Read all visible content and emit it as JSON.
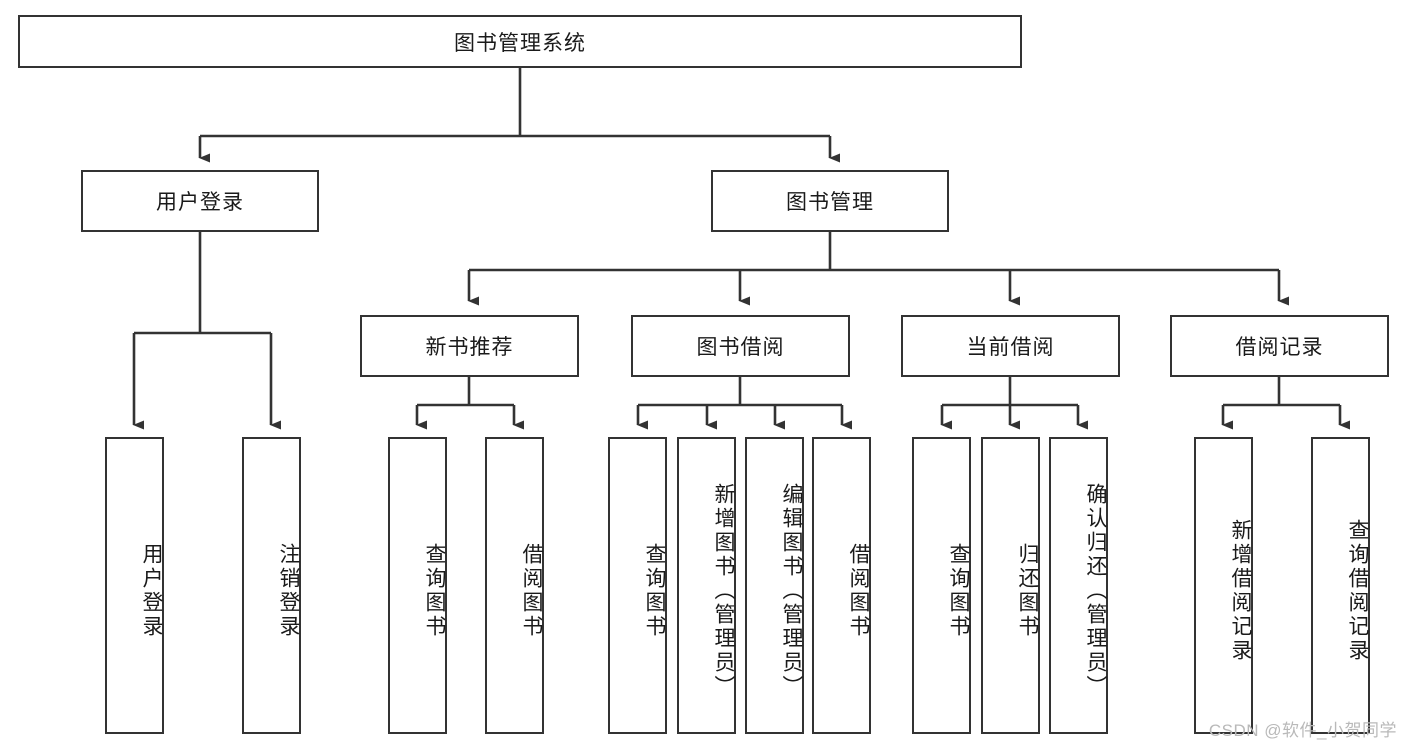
{
  "diagram": {
    "title": "图书管理系统",
    "type": "hierarchy-tree",
    "levels": 4,
    "line_color": "#333333",
    "box_fill": "#ffffff",
    "text_color": "#1a1a1a"
  },
  "root": {
    "label": "图书管理系统"
  },
  "level2": [
    {
      "label": "用户登录"
    },
    {
      "label": "图书管理"
    }
  ],
  "level3": [
    {
      "label": "新书推荐"
    },
    {
      "label": "图书借阅"
    },
    {
      "label": "当前借阅"
    },
    {
      "label": "借阅记录"
    }
  ],
  "leaves": {
    "user_login": [
      {
        "label": "用户登录"
      },
      {
        "label": "注销登录"
      }
    ],
    "new_book_recommend": [
      {
        "label": "查询图书"
      },
      {
        "label": "借阅图书"
      }
    ],
    "book_borrow": [
      {
        "label": "查询图书"
      },
      {
        "label": "新增图书（管理员）"
      },
      {
        "label": "编辑图书（管理员）"
      },
      {
        "label": "借阅图书"
      }
    ],
    "current_borrow": [
      {
        "label": "查询图书"
      },
      {
        "label": "归还图书"
      },
      {
        "label": "确认归还（管理员）"
      }
    ],
    "borrow_record": [
      {
        "label": "新增借阅记录"
      },
      {
        "label": "查询借阅记录"
      }
    ]
  },
  "watermark": {
    "text": "CSDN @软件_小贺同学"
  }
}
